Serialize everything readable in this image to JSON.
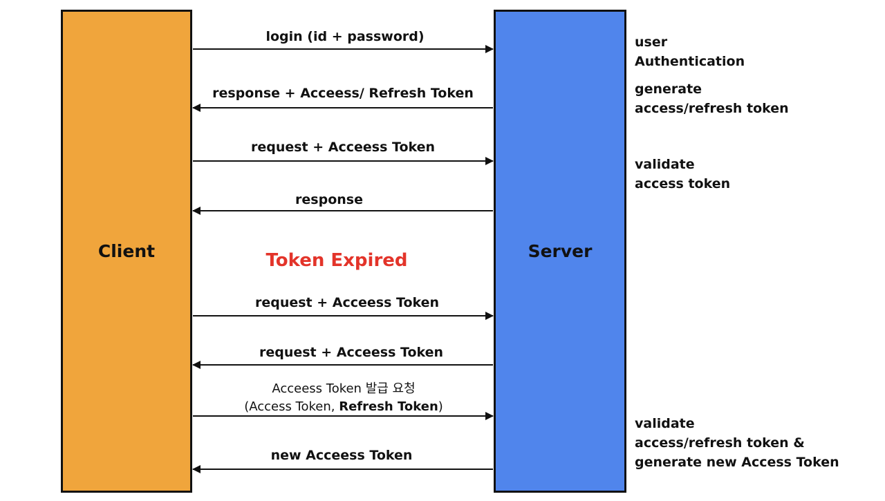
{
  "colors": {
    "client_fill": "#F0A53C",
    "server_fill": "#5085EC",
    "expired_text": "#E3342A",
    "line": "#111111"
  },
  "client": {
    "label": "Client"
  },
  "server": {
    "label": "Server"
  },
  "messages": {
    "m1": "login (id + password)",
    "m2": "response + Acceess/ Refresh Token",
    "m3": "request + Acceess Token",
    "m4": "response",
    "m5": "request + Acceess Token",
    "m6": "request + Acceess Token",
    "m7_line1": "Acceess Token 발급 요청",
    "m7_line2_a": "(Access Token, ",
    "m7_line2_b": "Refresh Token",
    "m7_line2_c": ")",
    "m8": "new Acceess Token"
  },
  "expired_label": "Token Expired",
  "server_notes": {
    "n1_line1": "user",
    "n1_line2": "Authentication",
    "n2_line1": "generate",
    "n2_line2": "access/refresh token",
    "n3_line1": "validate",
    "n3_line2": "access token",
    "n4_line1": "validate",
    "n4_line2": "access/refresh token &",
    "n4_line3": "generate new Access Token"
  }
}
